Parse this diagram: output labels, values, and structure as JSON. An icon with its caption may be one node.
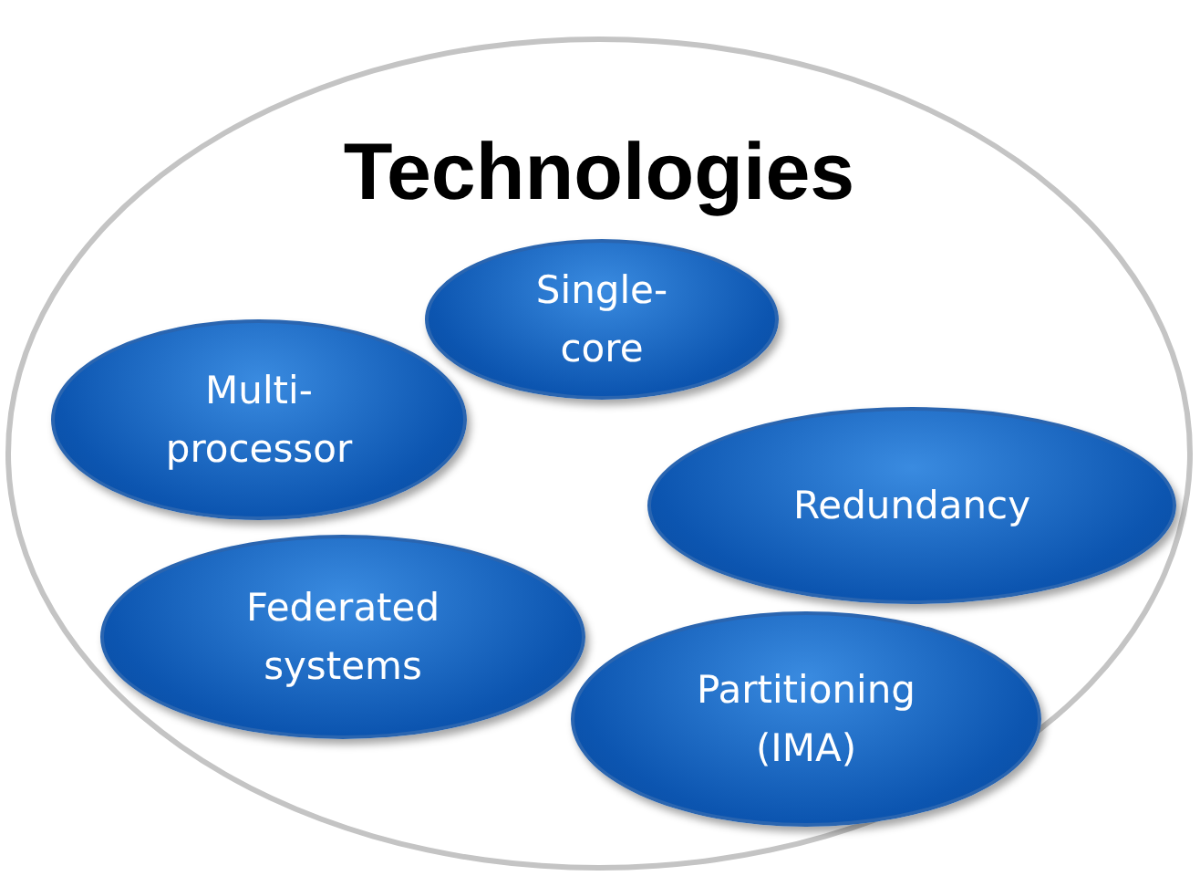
{
  "diagram": {
    "nodes": [
      {
        "text": [
          "Technologies"
        ]
      },
      {
        "text": [
          "Single- core"
        ],
        "in": 0
      },
      {
        "text": [
          "Multi- processor"
        ],
        "in": 0
      },
      {
        "text": [
          "Redundancy"
        ],
        "in": 0
      },
      {
        "text": [
          "Federated systems"
        ],
        "in": 0
      },
      {
        "text": [
          "Partitioning (IMA)"
        ],
        "in": 0
      }
    ]
  }
}
